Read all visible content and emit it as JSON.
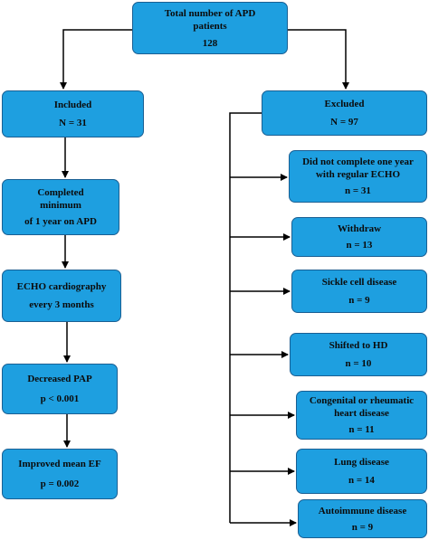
{
  "diagram": {
    "colors": {
      "box_fill": "#1e9fe0",
      "box_border": "#1a5f93",
      "connector": "#000000"
    },
    "total": {
      "line1": "Total number of APD",
      "line2": "patients",
      "line3": "128"
    },
    "included": {
      "title": "Included",
      "count": "N = 31",
      "steps": [
        {
          "line1": "Completed",
          "line2": "minimum",
          "line3": "of 1 year on APD"
        },
        {
          "line1": "ECHO cardiography",
          "line2": "every 3 months"
        },
        {
          "line1": "Decreased PAP",
          "line2": "p < 0.001"
        },
        {
          "line1": "Improved mean EF",
          "line2": "p = 0.002"
        }
      ]
    },
    "excluded": {
      "title": "Excluded",
      "count": "N = 97",
      "reasons": [
        {
          "line1": "Did not complete one year",
          "line2": "with regular ECHO",
          "count": "n = 31"
        },
        {
          "line1": "Withdraw",
          "count": "n = 13"
        },
        {
          "line1": "Sickle cell disease",
          "count": "n = 9"
        },
        {
          "line1": "Shifted to HD",
          "count": "n = 10"
        },
        {
          "line1": "Congenital or rheumatic",
          "line2": "heart disease",
          "count": "n = 11"
        },
        {
          "line1": "Lung disease",
          "count": "n = 14"
        },
        {
          "line1": "Autoimmune disease",
          "count": "n = 9"
        }
      ]
    }
  }
}
